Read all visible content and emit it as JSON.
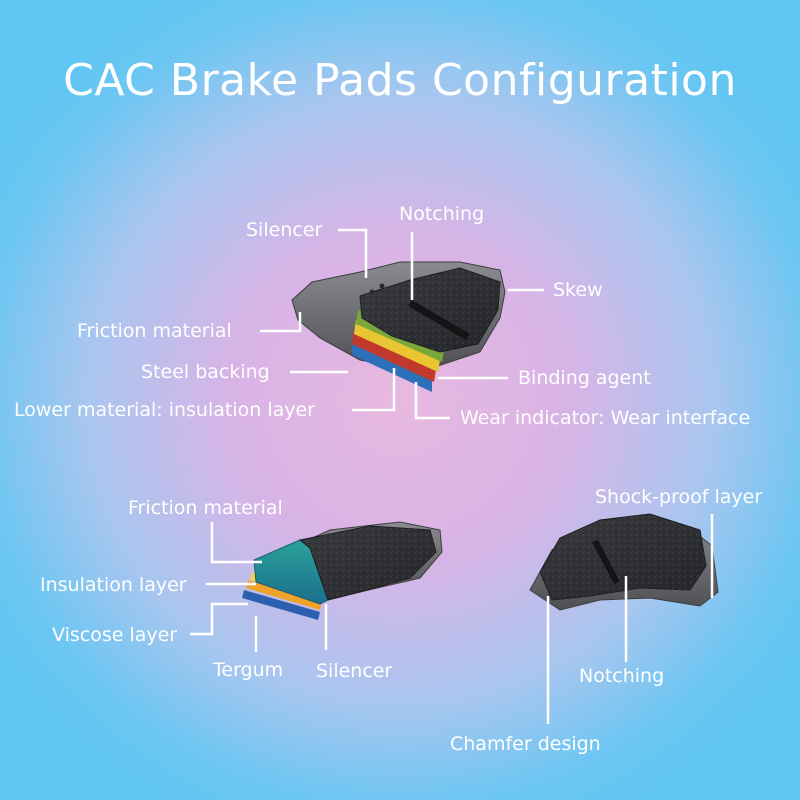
{
  "title": "CAC Brake Pads Configuration",
  "top_pad": {
    "labels": {
      "silencer": "Silencer",
      "notching": "Notching",
      "skew": "Skew",
      "friction_material": "Friction material",
      "steel_backing": "Steel backing",
      "binding_agent": "Binding agent",
      "lower_material": "Lower material: insulation layer",
      "wear_indicator": "Wear indicator: Wear interface"
    }
  },
  "left_pad": {
    "labels": {
      "friction_material": "Friction material",
      "insulation_layer": "Insulation layer",
      "viscose_layer": "Viscose layer",
      "tergum": "Tergum",
      "silencer": "Silencer"
    }
  },
  "right_pad": {
    "labels": {
      "shock_proof_layer": "Shock-proof layer",
      "notching": "Notching",
      "chamfer_design": "Chamfer design"
    }
  },
  "colors": {
    "text": "#ffffff",
    "leader": "#ffffff",
    "pad_dark": "#2f2f33",
    "backing_plate": "#6e6f73"
  }
}
